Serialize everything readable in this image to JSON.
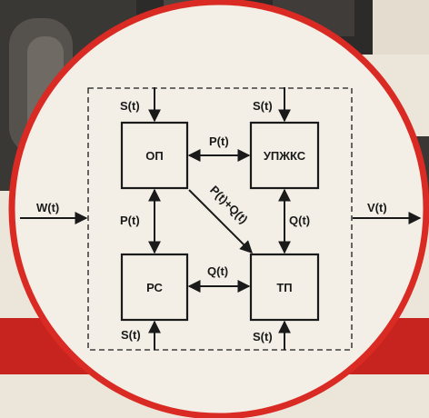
{
  "colors": {
    "circle_fill": "#f3efe6",
    "circle_ring": "#d92a23",
    "band_red": "#c8241f",
    "ink": "#1a1a1a",
    "photo_dark": "#2c2b2a"
  },
  "blocks": {
    "op": "ОП",
    "upzhks": "УПЖКС",
    "rs": "РС",
    "tp": "ТП"
  },
  "signals": {
    "s_op": "S(t)",
    "s_upzhks": "S(t)",
    "s_rs": "S(t)",
    "s_tp": "S(t)",
    "p_top": "P(t)",
    "p_left": "P(t)",
    "q_right": "Q(t)",
    "q_bottom": "Q(t)",
    "pq_diag": "P(t)+Q(t)",
    "w_in": "W(t)",
    "v_out": "V(t)"
  }
}
